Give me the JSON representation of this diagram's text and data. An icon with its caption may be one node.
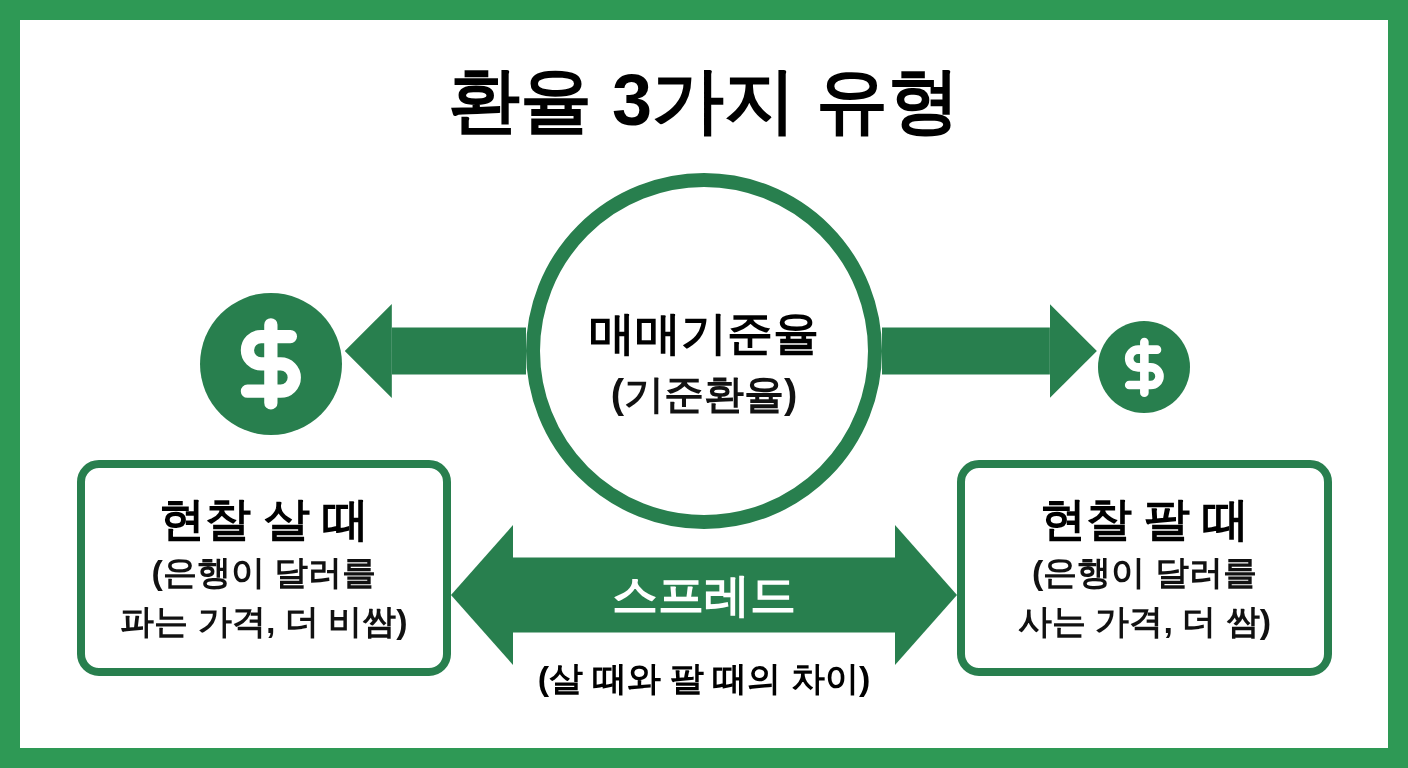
{
  "diagram": {
    "title": "환율 3가지 유형",
    "nodes": [
      {
        "text": [
          "매매기준율",
          "(기준환율)"
        ]
      },
      {
        "text": [],
        "shape": "circle"
      },
      {
        "text": [],
        "shape": "circle"
      },
      {
        "text": [
          "현찰 살 때",
          "(은행이 달러를 파는 가격, 더 비쌈)"
        ]
      },
      {
        "text": [
          "현찰 팔 때",
          "(은행이 달러를 사는 가격, 더 쌈)"
        ]
      }
    ],
    "edges": [
      {
        "from": 0,
        "to": 1,
        "arrow": "to"
      },
      {
        "from": 0,
        "to": 2,
        "arrow": "to"
      },
      {
        "from": 3,
        "to": 4,
        "arrow": "both",
        "label": "스프레드"
      }
    ],
    "labels": [
      "(살 때와 팔 때의 차이)"
    ]
  }
}
